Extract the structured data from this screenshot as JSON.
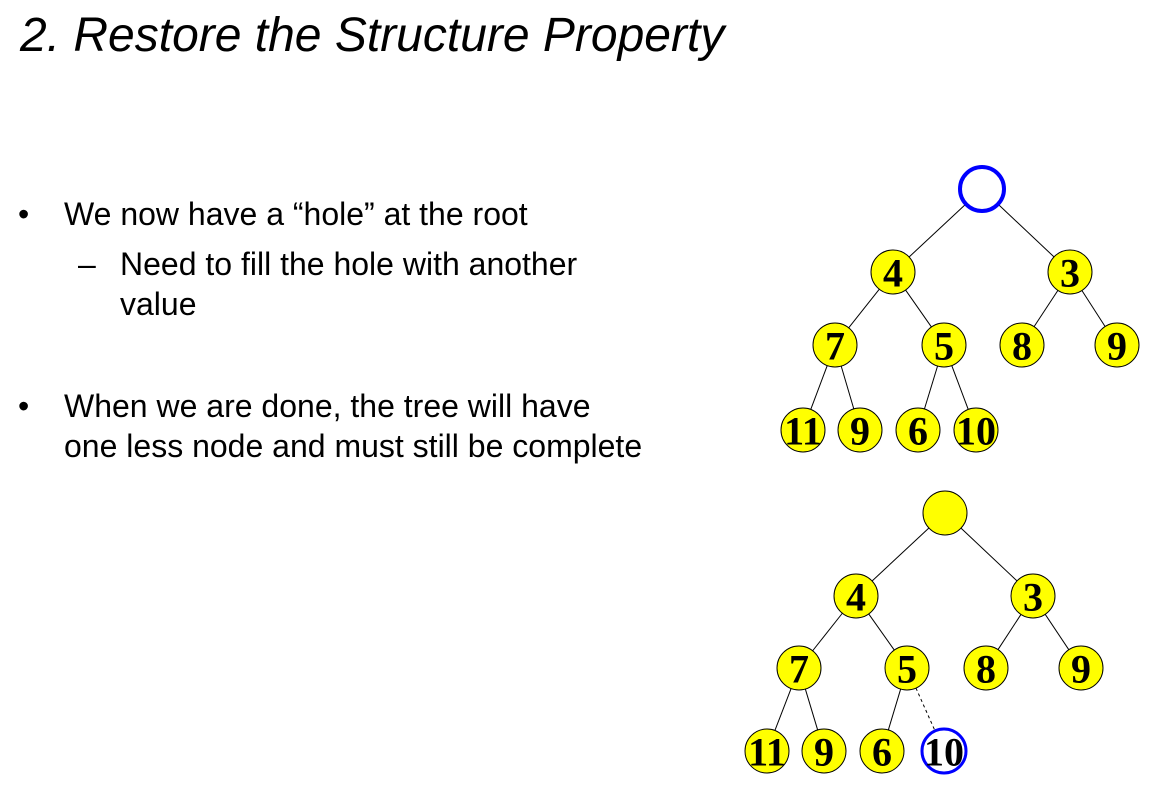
{
  "slide": {
    "title": "2. Restore the Structure Property",
    "bullets": [
      {
        "mark": "•",
        "lines": [
          "We now have a “hole” at the root"
        ],
        "sub": {
          "mark": "–",
          "lines": [
            "Need to fill the hole with another",
            "value"
          ]
        }
      },
      {
        "mark": "•",
        "lines": [
          "When we are done, the tree will have",
          "one less node and must still be complete"
        ]
      }
    ]
  },
  "colors": {
    "node_fill": "#ffff00",
    "node_stroke": "#000000",
    "highlight_stroke": "#0000ff",
    "edge": "#000000"
  },
  "trees": [
    {
      "name": "tree-before",
      "nodes": [
        {
          "id": "root",
          "label": "",
          "style": "hole"
        },
        {
          "id": "a",
          "label": "4"
        },
        {
          "id": "b",
          "label": "3"
        },
        {
          "id": "c",
          "label": "7"
        },
        {
          "id": "d",
          "label": "5"
        },
        {
          "id": "e",
          "label": "8"
        },
        {
          "id": "f",
          "label": "9"
        },
        {
          "id": "g",
          "label": "11"
        },
        {
          "id": "h",
          "label": "9"
        },
        {
          "id": "i",
          "label": "6"
        },
        {
          "id": "j",
          "label": "10"
        }
      ]
    },
    {
      "name": "tree-after",
      "nodes": [
        {
          "id": "root",
          "label": "",
          "style": "filled"
        },
        {
          "id": "a",
          "label": "4"
        },
        {
          "id": "b",
          "label": "3"
        },
        {
          "id": "c",
          "label": "7"
        },
        {
          "id": "d",
          "label": "5"
        },
        {
          "id": "e",
          "label": "8"
        },
        {
          "id": "f",
          "label": "9"
        },
        {
          "id": "g",
          "label": "11"
        },
        {
          "id": "h",
          "label": "9"
        },
        {
          "id": "i",
          "label": "6"
        },
        {
          "id": "j",
          "label": "10",
          "style": "highlight"
        }
      ]
    }
  ]
}
